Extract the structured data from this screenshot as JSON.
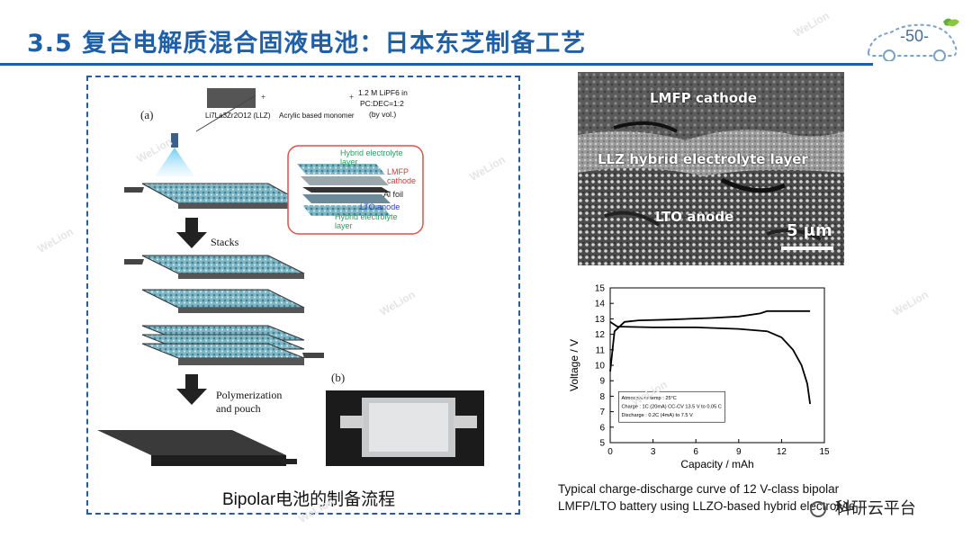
{
  "header": {
    "title": "3.5 复合电解质混合固液电池：日本东芝制备工艺",
    "page_number": "-50-"
  },
  "left_panel": {
    "label_a": "(a)",
    "label_b": "(b)",
    "materials": {
      "llz": "Li7La3Zr2O12 (LLZ)",
      "monomer": "Acrylic based monomer",
      "electrolyte_line1": "1.2 M LiPF6 in",
      "electrolyte_line2": "PC:DEC=1:2",
      "electrolyte_line3": "(by vol.)",
      "plus": "+"
    },
    "layers": {
      "hybrid_top": "Hybrid electrolyte layer",
      "lmfp": "LMFP cathode",
      "al_foil": "Al foil",
      "lto": "LTO anode",
      "hybrid_bottom": "Hybrid electrolyte layer"
    },
    "steps": {
      "stacks": "Stacks",
      "polymerization": "Polymerization",
      "pouch": "and pouch"
    },
    "caption": "Bipolar电池的制备流程"
  },
  "sem": {
    "cathode": "LMFP cathode",
    "electrolyte": "LLZ hybrid electrolyte layer",
    "anode": "LTO anode",
    "scale": "5 μm"
  },
  "chart_data": {
    "type": "line",
    "xlabel": "Capacity / mAh",
    "ylabel": "Voltage /  V",
    "xlim": [
      0,
      15
    ],
    "ylim": [
      5,
      15
    ],
    "xticks": [
      0,
      3,
      6,
      9,
      12,
      15
    ],
    "yticks": [
      5,
      6,
      7,
      8,
      9,
      10,
      11,
      12,
      13,
      14,
      15
    ],
    "legend_box": [
      "Atmosphere temp : 25°C",
      "Charge : 1C (20mA) CC-CV 13.5 V to 0.05 C",
      "Discharge : 0.2C (4mA) to 7.5 V"
    ],
    "series": [
      {
        "values": [
          [
            0,
            9.6
          ],
          [
            0.3,
            12.2
          ],
          [
            1,
            12.8
          ],
          [
            2,
            12.9
          ],
          [
            4,
            12.95
          ],
          [
            7,
            13.05
          ],
          [
            9,
            13.15
          ],
          [
            10.5,
            13.35
          ],
          [
            11,
            13.5
          ],
          [
            14,
            13.5
          ]
        ]
      },
      {
        "values": [
          [
            0,
            12.8
          ],
          [
            0.5,
            12.5
          ],
          [
            3,
            12.45
          ],
          [
            6,
            12.45
          ],
          [
            9,
            12.35
          ],
          [
            11,
            12.2
          ],
          [
            12,
            11.8
          ],
          [
            12.8,
            11.0
          ],
          [
            13.4,
            10.0
          ],
          [
            13.8,
            8.8
          ],
          [
            14,
            7.5
          ]
        ]
      }
    ]
  },
  "plot_caption": {
    "line1": "Typical charge-discharge curve of 12 V-class bipolar",
    "line2": "LMFP/LTO battery using LLZO-based hybrid electrolyte"
  },
  "wechat": {
    "label": "科研云平台"
  },
  "watermark": "WeLion"
}
